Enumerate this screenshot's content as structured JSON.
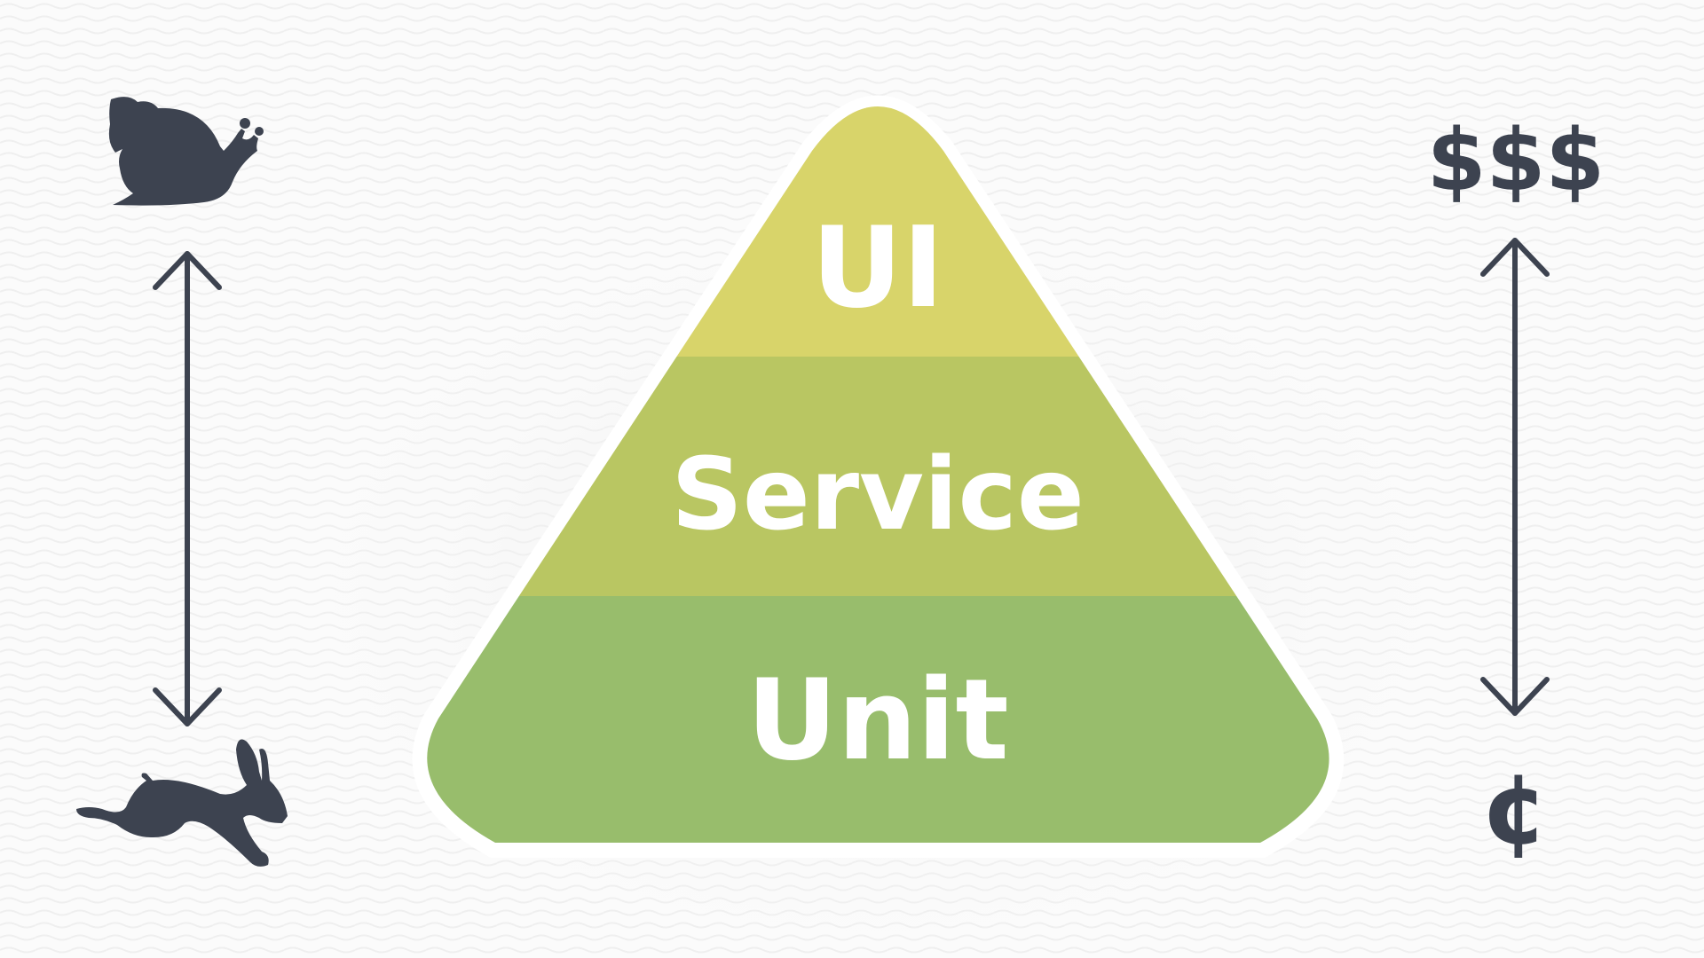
{
  "pyramid": {
    "layers": [
      {
        "label": "UI",
        "color": "#d8d46a"
      },
      {
        "label": "Service",
        "color": "#b9c662"
      },
      {
        "label": "Unit",
        "color": "#98bd6c"
      }
    ]
  },
  "left_axis": {
    "top_icon": "snail-icon",
    "bottom_icon": "rabbit-icon",
    "meaning_top": "slow",
    "meaning_bottom": "fast"
  },
  "right_axis": {
    "top_label": "$$$",
    "bottom_label": "¢"
  },
  "colors": {
    "icon": "#3d4350",
    "outline": "#ffffff"
  }
}
